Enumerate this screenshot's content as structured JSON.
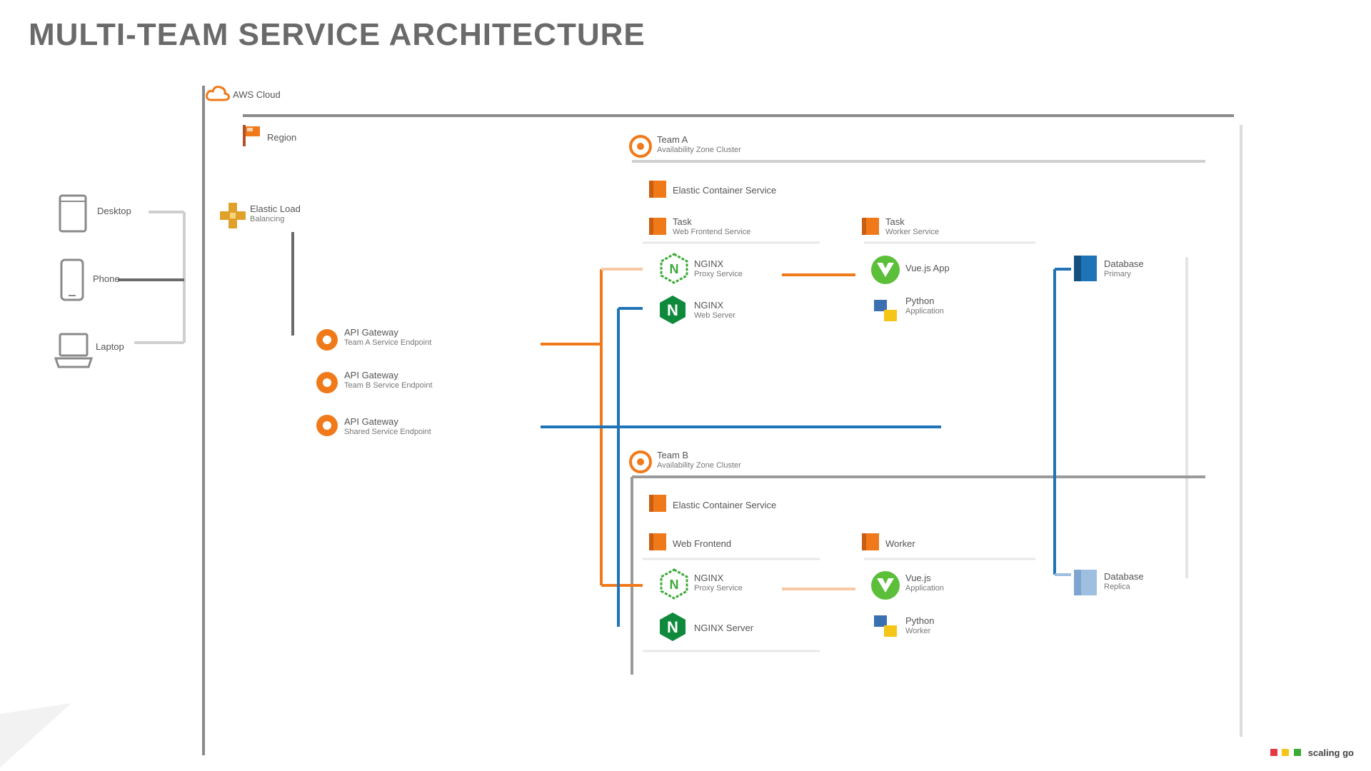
{
  "title": "MULTI-TEAM SERVICE ARCHITECTURE",
  "colors": {
    "orange": "#f07a1a",
    "blue": "#1f73b7",
    "gray": "#8a8a8a",
    "light_orange": "#f7c8a3",
    "green": "#3aaa35",
    "python_blue": "#3a6fb0",
    "python_yellow": "#f5c518",
    "light_blue": "#9fbfe0"
  },
  "cloud": {
    "label": "AWS Cloud"
  },
  "clients": [
    {
      "label": "Desktop",
      "icon": "desktop-icon"
    },
    {
      "label": "Phone",
      "icon": "mobile-phone-icon"
    },
    {
      "label": "Laptop",
      "icon": "laptop-icon"
    }
  ],
  "region": {
    "label": "Region"
  },
  "load_balancer": {
    "line1": "Elastic Load",
    "line2": "Balancing"
  },
  "gateways": [
    {
      "line1": "API Gateway",
      "line2": "Team A Service Endpoint"
    },
    {
      "line1": "API Gateway",
      "line2": "Team B Service Endpoint"
    },
    {
      "line1": "API Gateway",
      "line2": "Shared Service Endpoint"
    }
  ],
  "teams": [
    {
      "header_line1": "Team A",
      "header_line2": "Availability Zone Cluster",
      "service_label": "Elastic Container Service",
      "group_left": {
        "line1": "Task",
        "line2": "Web Frontend Service"
      },
      "group_right": {
        "line1": "Task",
        "line2": "Worker Service"
      },
      "nginx_proxy": {
        "line1": "NGINX",
        "line2": "Proxy Service"
      },
      "nginx": {
        "line1": "NGINX",
        "line2": "Web Server"
      },
      "vue": {
        "line1": "Vue.js App"
      },
      "python": {
        "line1": "Python",
        "line2": "Application"
      },
      "database": {
        "line1": "Database",
        "line2": "Primary"
      }
    },
    {
      "header_line1": "Team B",
      "header_line2": "Availability Zone Cluster",
      "service_label": "Elastic Container Service",
      "group_left": {
        "line1": "Web Frontend"
      },
      "group_right": {
        "line1": "Worker"
      },
      "nginx_proxy": {
        "line1": "NGINX",
        "line2": "Proxy Service"
      },
      "nginx": {
        "line1": "NGINX Server"
      },
      "vue": {
        "line1": "Vue.js",
        "line2": "Application"
      },
      "python": {
        "line1": "Python",
        "line2": "Worker"
      },
      "database": {
        "line1": "Database",
        "line2": "Replica"
      }
    }
  ],
  "brand": "scaling go"
}
